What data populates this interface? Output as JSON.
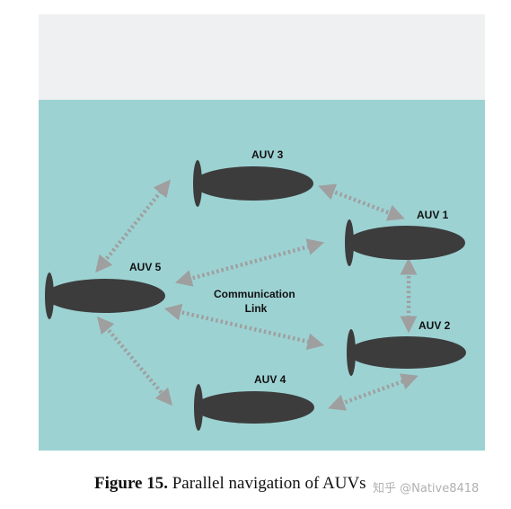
{
  "diagram": {
    "colors": {
      "sky": "#eef0f2",
      "water": "#9dd2d3",
      "hull": "#3c3c3c",
      "link": "#9f9f9f"
    },
    "auvs": [
      {
        "id": "auv1",
        "label": "AUV 1"
      },
      {
        "id": "auv2",
        "label": "AUV 2"
      },
      {
        "id": "auv3",
        "label": "AUV 3"
      },
      {
        "id": "auv4",
        "label": "AUV 4"
      },
      {
        "id": "auv5",
        "label": "AUV 5"
      }
    ],
    "links": [
      {
        "from": "auv5",
        "to": "auv3"
      },
      {
        "from": "auv3",
        "to": "auv1"
      },
      {
        "from": "auv1",
        "to": "auv2"
      },
      {
        "from": "auv5",
        "to": "auv1"
      },
      {
        "from": "auv5",
        "to": "auv2"
      },
      {
        "from": "auv5",
        "to": "auv4"
      },
      {
        "from": "auv4",
        "to": "auv2"
      }
    ],
    "link_label_line1": "Communication",
    "link_label_line2": "Link"
  },
  "caption": {
    "number": "Figure 15.",
    "text": "Parallel navigation of AUVs"
  },
  "watermark": "知乎 @Native8418"
}
